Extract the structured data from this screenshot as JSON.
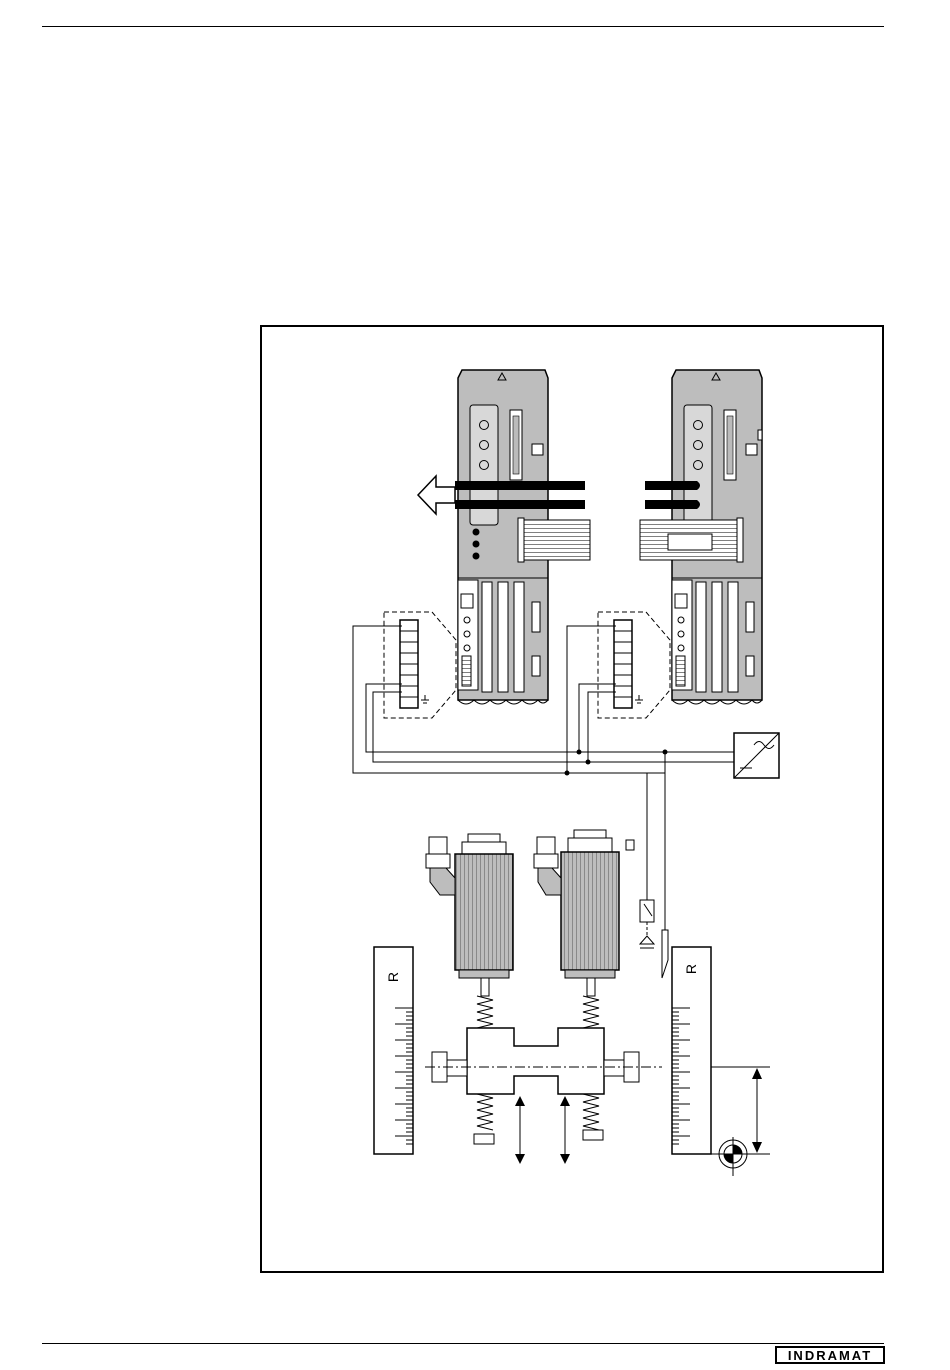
{
  "logo": {
    "text": "INDRAMAT"
  },
  "scales": {
    "left_label": "R",
    "right_label": "R"
  },
  "icons": [
    "arrow-left-icon",
    "ac-dc-converter-icon",
    "switch-icon",
    "ground-icon",
    "reference-mark-icon",
    "double-arrow-icon"
  ]
}
